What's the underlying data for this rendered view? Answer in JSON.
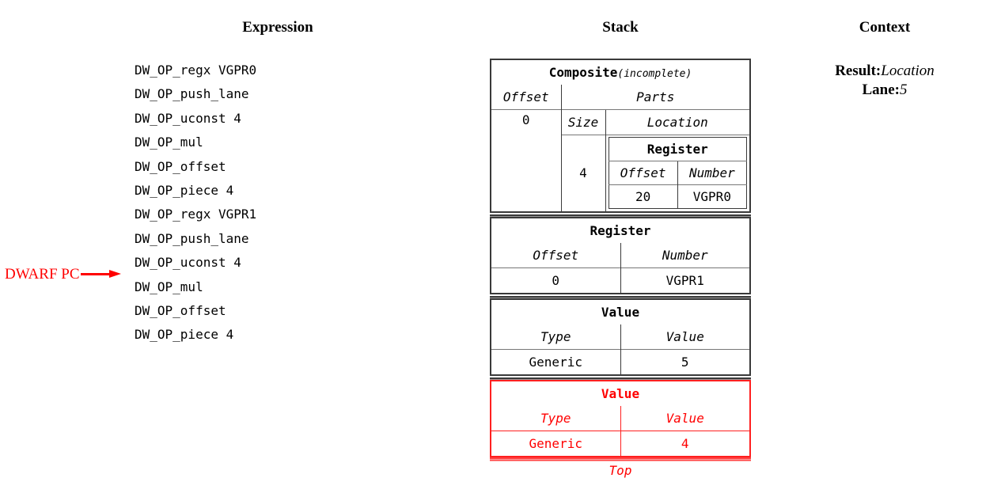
{
  "headers": {
    "expression": "Expression",
    "stack": "Stack",
    "context": "Context"
  },
  "expression": {
    "operations": [
      "DW_OP_regx VGPR0",
      "DW_OP_push_lane",
      "DW_OP_uconst 4",
      "DW_OP_mul",
      "DW_OP_offset",
      "DW_OP_piece 4",
      "DW_OP_regx VGPR1",
      "DW_OP_push_lane",
      "DW_OP_uconst 4",
      "DW_OP_mul",
      "DW_OP_offset",
      "DW_OP_piece 4"
    ],
    "pc_marker": {
      "label": "DWARF PC",
      "points_to_index": 9
    }
  },
  "stack": {
    "entries": [
      {
        "kind": "composite",
        "title": "Composite",
        "title_suffix": "(incomplete)",
        "offset_header": "Offset",
        "offset_value": "0",
        "parts_header": "Parts",
        "size_header": "Size",
        "location_header": "Location",
        "part": {
          "size": "4",
          "location": {
            "title": "Register",
            "offset_header": "Offset",
            "number_header": "Number",
            "offset_value": "20",
            "number_value": "VGPR0"
          }
        }
      },
      {
        "kind": "register",
        "title": "Register",
        "col1_header": "Offset",
        "col2_header": "Number",
        "col1_value": "0",
        "col2_value": "VGPR1"
      },
      {
        "kind": "value",
        "title": "Value",
        "col1_header": "Type",
        "col2_header": "Value",
        "col1_value": "Generic",
        "col2_value": "5"
      },
      {
        "kind": "value",
        "title": "Value",
        "col1_header": "Type",
        "col2_header": "Value",
        "col1_value": "Generic",
        "col2_value": "4",
        "highlighted": true
      }
    ],
    "top_label": "Top"
  },
  "context": {
    "result_key": "Result:",
    "result_value": "Location",
    "lane_key": "Lane:",
    "lane_value": "5"
  },
  "colors": {
    "highlight": "#ff0000",
    "border": "#3a3a3a",
    "text": "#000000"
  }
}
